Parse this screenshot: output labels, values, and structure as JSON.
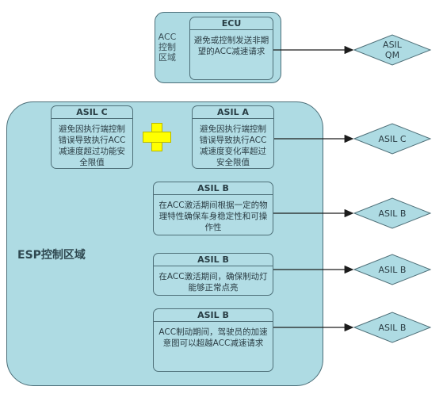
{
  "ecu_region": {
    "label": "ACC\n控制\n区域"
  },
  "esp_region": {
    "label": "ESP控制区域"
  },
  "boxes": {
    "ecu": {
      "title": "ECU",
      "text": "避免或控制发送非期望的ACC减速请求"
    },
    "c": {
      "title": "ASIL C",
      "text": "避免因执行端控制错误导致执行ACC减速度超过功能安全限值"
    },
    "a": {
      "title": "ASIL A",
      "text": "避免因执行端控制错误导致执行ACC减速度变化率超过安全限值"
    },
    "b1": {
      "title": "ASIL B",
      "text": "在ACC激活期间根据一定的物理特性确保车身稳定性和可操作性"
    },
    "b2": {
      "title": "ASIL B",
      "text": "在ACC激活期间，确保制动灯能够正常点亮"
    },
    "b3": {
      "title": "ASIL B",
      "text": "ACC制动期间，驾驶员的加速意图可以超越ACC减速请求"
    }
  },
  "diamonds": {
    "qm": "ASIL\nQM",
    "c": "ASIL C",
    "b1": "ASIL B",
    "b2": "ASIL B",
    "b3": "ASIL B"
  },
  "colors": {
    "region_fill": "#aedbe3",
    "box_fill": "#b2dde5",
    "border": "#4e6f78",
    "plus": "#ffff00"
  }
}
